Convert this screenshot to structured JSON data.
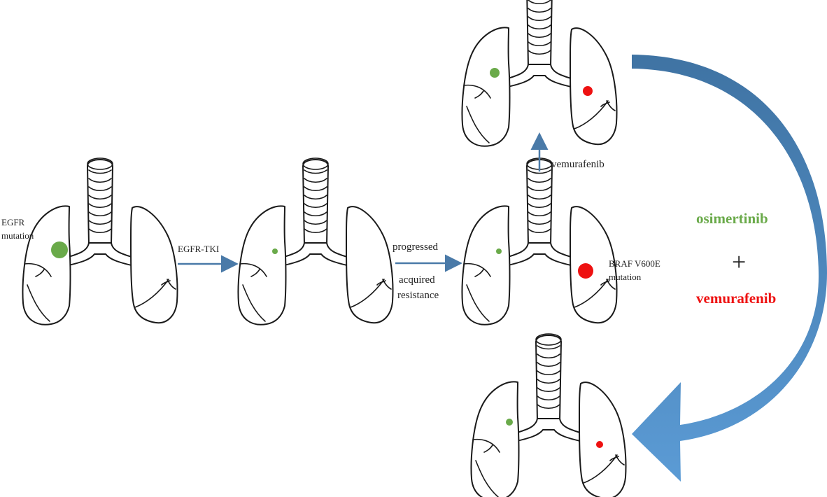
{
  "labels": {
    "egfr_mutation_line1": "EGFR",
    "egfr_mutation_line2": "mutation",
    "egfr_tki": "EGFR-TKI",
    "progressed": "progressed",
    "acquired": "acquired",
    "resistance": "resistance",
    "braf_line1": "BRAF V600E",
    "braf_line2": "mutation",
    "vemurafenib_top": "vemurafenib",
    "combo_drug1": "osimertinib",
    "plus": "+",
    "combo_drug2": "vemurafenib"
  },
  "colors": {
    "egfr_tumor": "#6aaa4a",
    "braf_tumor": "#ee1111",
    "arrow_small": "#4a7aa8",
    "arrow_big_start": "#3f73a3",
    "arrow_big_end": "#5b9bd5",
    "osimertinib_text": "#6aaa4a",
    "vemurafenib_text": "#ee1111"
  },
  "stages": [
    {
      "name": "initial",
      "left_tumor": "large",
      "right_tumor": "none"
    },
    {
      "name": "after-egfr-tki",
      "left_tumor": "tiny",
      "right_tumor": "none"
    },
    {
      "name": "acquired-resistance",
      "left_tumor": "tiny",
      "right_tumor": "large"
    },
    {
      "name": "after-vemurafenib",
      "left_tumor": "medium",
      "right_tumor": "medium"
    },
    {
      "name": "after-combination",
      "left_tumor": "small",
      "right_tumor": "small"
    }
  ]
}
